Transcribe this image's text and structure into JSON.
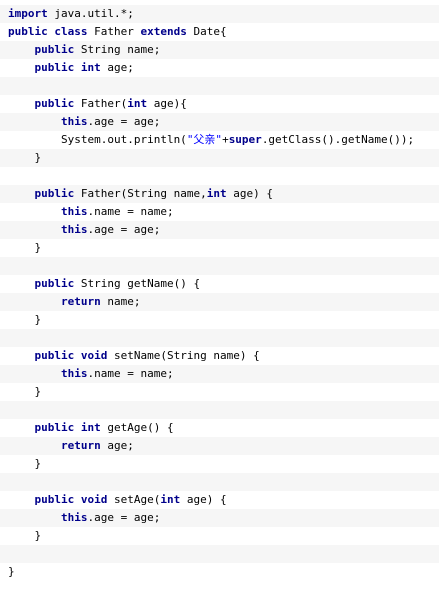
{
  "code": {
    "language": "java",
    "lines": [
      [
        {
          "t": "k",
          "v": "import"
        },
        {
          "t": "p",
          "v": " java.util.*;"
        }
      ],
      [
        {
          "t": "k",
          "v": "public"
        },
        {
          "t": "p",
          "v": " "
        },
        {
          "t": "k",
          "v": "class"
        },
        {
          "t": "p",
          "v": " Father "
        },
        {
          "t": "k",
          "v": "extends"
        },
        {
          "t": "p",
          "v": " Date{"
        }
      ],
      [
        {
          "t": "p",
          "v": "    "
        },
        {
          "t": "k",
          "v": "public"
        },
        {
          "t": "p",
          "v": " String name;"
        }
      ],
      [
        {
          "t": "p",
          "v": "    "
        },
        {
          "t": "k",
          "v": "public"
        },
        {
          "t": "p",
          "v": " "
        },
        {
          "t": "k",
          "v": "int"
        },
        {
          "t": "p",
          "v": " age;"
        }
      ],
      [],
      [
        {
          "t": "p",
          "v": "    "
        },
        {
          "t": "k",
          "v": "public"
        },
        {
          "t": "p",
          "v": " Father("
        },
        {
          "t": "k",
          "v": "int"
        },
        {
          "t": "p",
          "v": " age){"
        }
      ],
      [
        {
          "t": "p",
          "v": "        "
        },
        {
          "t": "k",
          "v": "this"
        },
        {
          "t": "p",
          "v": ".age = age;"
        }
      ],
      [
        {
          "t": "p",
          "v": "        System.out.println("
        },
        {
          "t": "s",
          "v": "\"父亲\""
        },
        {
          "t": "p",
          "v": "+"
        },
        {
          "t": "k",
          "v": "super"
        },
        {
          "t": "p",
          "v": ".getClass().getName());"
        }
      ],
      [
        {
          "t": "p",
          "v": "    }"
        }
      ],
      [],
      [
        {
          "t": "p",
          "v": "    "
        },
        {
          "t": "k",
          "v": "public"
        },
        {
          "t": "p",
          "v": " Father(String name,"
        },
        {
          "t": "k",
          "v": "int"
        },
        {
          "t": "p",
          "v": " age) {"
        }
      ],
      [
        {
          "t": "p",
          "v": "        "
        },
        {
          "t": "k",
          "v": "this"
        },
        {
          "t": "p",
          "v": ".name = name;"
        }
      ],
      [
        {
          "t": "p",
          "v": "        "
        },
        {
          "t": "k",
          "v": "this"
        },
        {
          "t": "p",
          "v": ".age = age;"
        }
      ],
      [
        {
          "t": "p",
          "v": "    }"
        }
      ],
      [],
      [
        {
          "t": "p",
          "v": "    "
        },
        {
          "t": "k",
          "v": "public"
        },
        {
          "t": "p",
          "v": " String getName() {"
        }
      ],
      [
        {
          "t": "p",
          "v": "        "
        },
        {
          "t": "k",
          "v": "return"
        },
        {
          "t": "p",
          "v": " name;"
        }
      ],
      [
        {
          "t": "p",
          "v": "    }"
        }
      ],
      [],
      [
        {
          "t": "p",
          "v": "    "
        },
        {
          "t": "k",
          "v": "public"
        },
        {
          "t": "p",
          "v": " "
        },
        {
          "t": "k",
          "v": "void"
        },
        {
          "t": "p",
          "v": " setName(String name) {"
        }
      ],
      [
        {
          "t": "p",
          "v": "        "
        },
        {
          "t": "k",
          "v": "this"
        },
        {
          "t": "p",
          "v": ".name = name;"
        }
      ],
      [
        {
          "t": "p",
          "v": "    }"
        }
      ],
      [],
      [
        {
          "t": "p",
          "v": "    "
        },
        {
          "t": "k",
          "v": "public"
        },
        {
          "t": "p",
          "v": " "
        },
        {
          "t": "k",
          "v": "int"
        },
        {
          "t": "p",
          "v": " getAge() {"
        }
      ],
      [
        {
          "t": "p",
          "v": "        "
        },
        {
          "t": "k",
          "v": "return"
        },
        {
          "t": "p",
          "v": " age;"
        }
      ],
      [
        {
          "t": "p",
          "v": "    }"
        }
      ],
      [],
      [
        {
          "t": "p",
          "v": "    "
        },
        {
          "t": "k",
          "v": "public"
        },
        {
          "t": "p",
          "v": " "
        },
        {
          "t": "k",
          "v": "void"
        },
        {
          "t": "p",
          "v": " setAge("
        },
        {
          "t": "k",
          "v": "int"
        },
        {
          "t": "p",
          "v": " age) {"
        }
      ],
      [
        {
          "t": "p",
          "v": "        "
        },
        {
          "t": "k",
          "v": "this"
        },
        {
          "t": "p",
          "v": ".age = age;"
        }
      ],
      [
        {
          "t": "p",
          "v": "    }"
        }
      ],
      [],
      [
        {
          "t": "p",
          "v": "}"
        }
      ]
    ]
  },
  "colors": {
    "keyword": "#00008b",
    "string": "#0000ff",
    "plain": "#000000",
    "stripe": "#f6f6f6",
    "background": "#ffffff"
  }
}
